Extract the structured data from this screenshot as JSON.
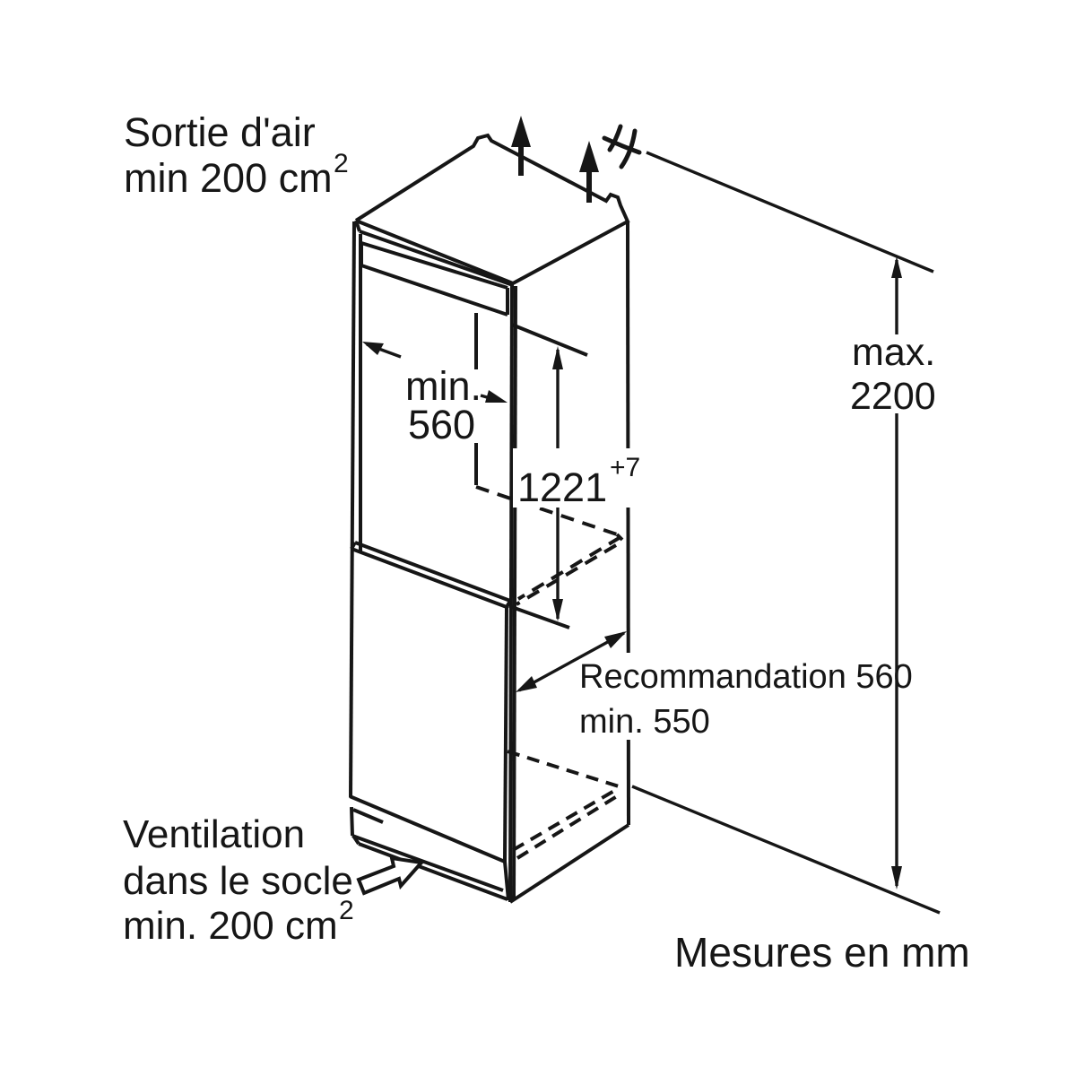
{
  "diagram": {
    "kind": "appliance-installation-drawing",
    "units_note": "Mesures en mm",
    "colors": {
      "line": "#161616",
      "background": "#ffffff"
    },
    "labels": {
      "air_outlet": {
        "line1": "Sortie d'air",
        "line2": "min 200 cm",
        "sup": "2"
      },
      "niche_width": {
        "line1": "min.",
        "line2": "560"
      },
      "niche_height": {
        "value": "1221",
        "tolerance": "+7"
      },
      "max_height": {
        "line1": "max.",
        "line2": "2200"
      },
      "depth": {
        "line1": "Recommandation 560",
        "line2": "min. 550"
      },
      "base_ventilation": {
        "line1": "Ventilation",
        "line2": "dans le socle",
        "line3": "min. 200 cm",
        "sup": "2"
      }
    }
  }
}
